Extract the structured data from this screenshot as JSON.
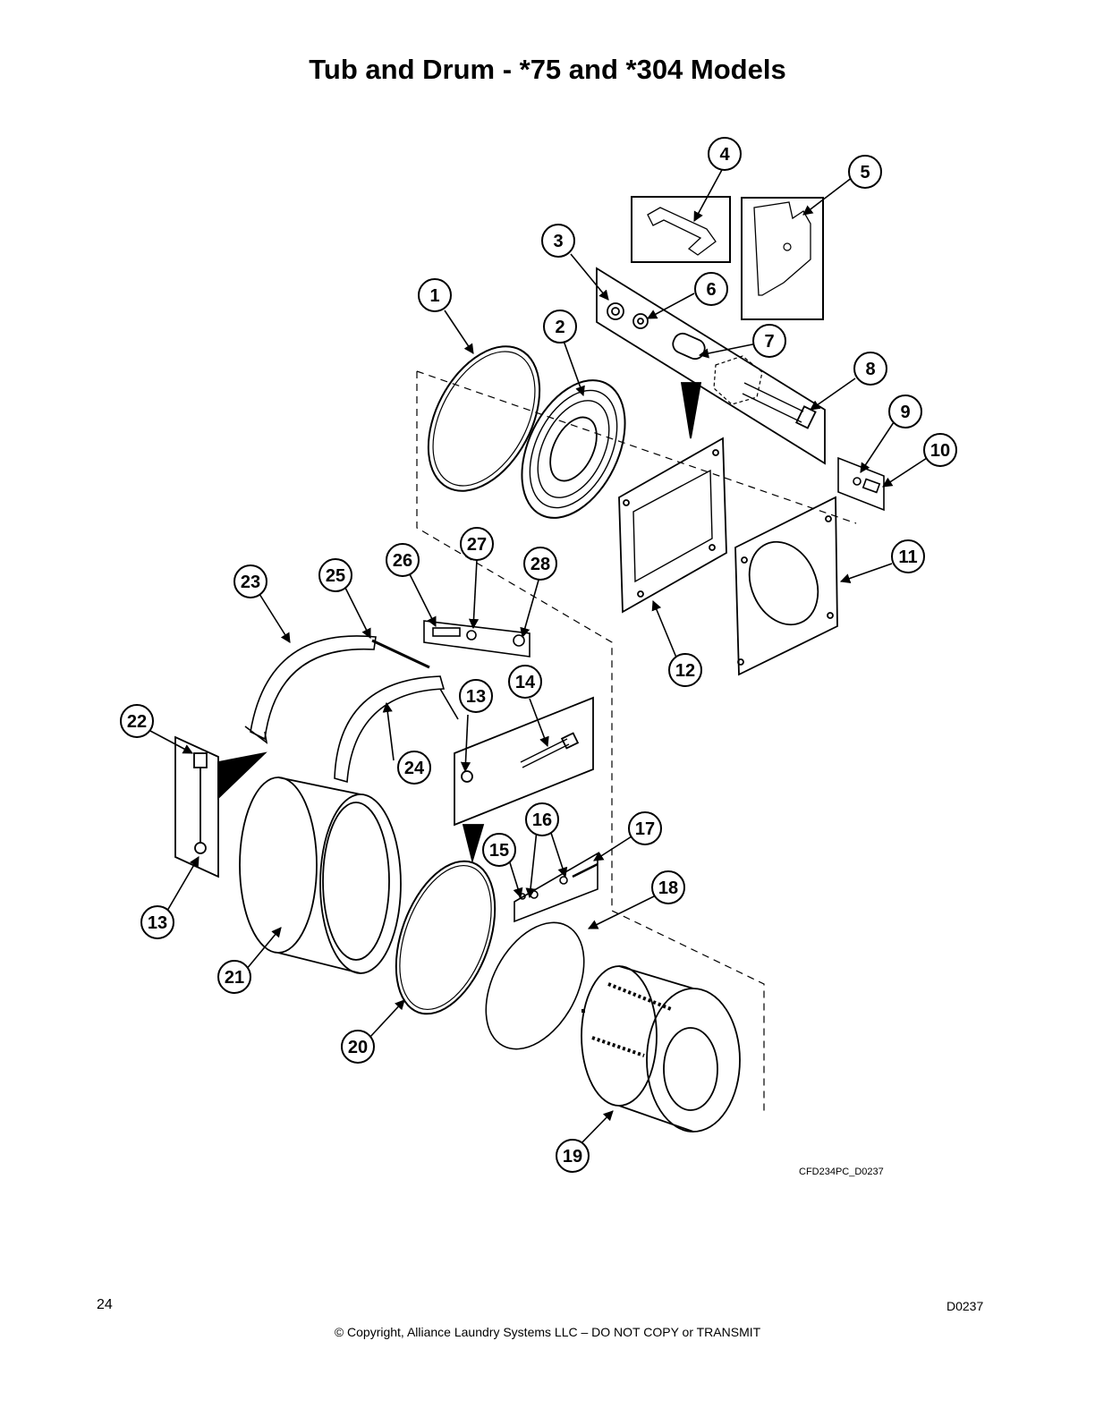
{
  "title": "Tub and Drum - *75 and *304 Models",
  "drawing_code": "CFD234PC_D0237",
  "footer": {
    "page_number": "24",
    "copyright": "© Copyright, Alliance Laundry Systems LLC – DO NOT COPY or TRANSMIT",
    "doc_code": "D0237"
  },
  "callouts": [
    "1",
    "2",
    "3",
    "4",
    "5",
    "6",
    "7",
    "8",
    "9",
    "10",
    "11",
    "12",
    "13",
    "14",
    "15",
    "16",
    "17",
    "18",
    "19",
    "20",
    "21",
    "22",
    "23",
    "24",
    "25",
    "26",
    "27",
    "28",
    "13"
  ]
}
